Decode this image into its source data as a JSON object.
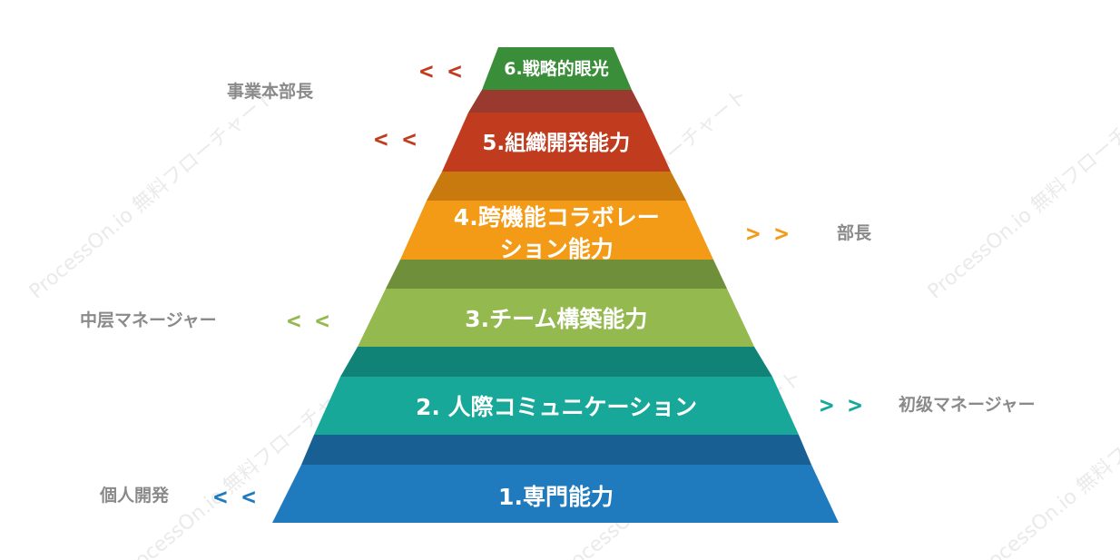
{
  "watermark": "ProcessOn.io 無料フローチャート",
  "tiers": [
    {
      "id": "tier-1",
      "lines": [
        "1.専門能力"
      ],
      "front_color": "#1f7bbd",
      "link_color": "#185f93"
    },
    {
      "id": "tier-2",
      "lines": [
        "2. 人際コミュニケーション"
      ],
      "front_color": "#17a89a",
      "link_color": "#118376"
    },
    {
      "id": "tier-3",
      "lines": [
        "3.チーム構築能力"
      ],
      "front_color": "#94b94f",
      "link_color": "#6f8f3b"
    },
    {
      "id": "tier-4",
      "lines": [
        "4.跨機能コラボレー",
        "ション能力"
      ],
      "front_color": "#f39a16",
      "link_color": "#c97a0f"
    },
    {
      "id": "tier-5",
      "lines": [
        "5.組織開発能力"
      ],
      "front_color": "#c13b1e",
      "link_color": "#9a3a2e"
    },
    {
      "id": "tier-6",
      "lines": [
        "6.戦略的眼光"
      ],
      "front_color": "#3a8e3a",
      "link_color": "#2d6f2d"
    }
  ],
  "roles": [
    {
      "id": "role-business-head",
      "text": "事業本部長",
      "arrow": "< <",
      "arrow_color": "#c13b1e"
    },
    {
      "id": "role-tier5-marker",
      "text": "",
      "arrow": "< <",
      "arrow_color": "#c13b1e"
    },
    {
      "id": "role-department-head",
      "text": "部長",
      "arrow": "> >",
      "arrow_color": "#f39a16"
    },
    {
      "id": "role-middle-manager",
      "text": "中层マネージャー",
      "arrow": "< <",
      "arrow_color": "#94b94f"
    },
    {
      "id": "role-junior-manager",
      "text": "初级マネージャー",
      "arrow": "> >",
      "arrow_color": "#17a89a"
    },
    {
      "id": "role-individual",
      "text": "個人開発",
      "arrow": "< <",
      "arrow_color": "#1f7bbd"
    }
  ]
}
